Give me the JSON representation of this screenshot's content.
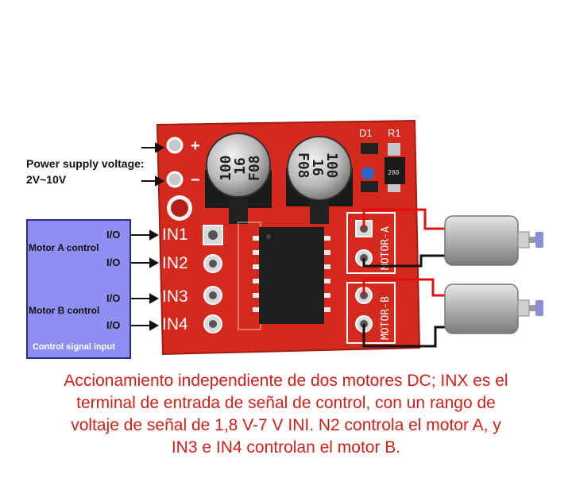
{
  "power": {
    "label_line1": "Power supply voltage:",
    "label_line2": "2V~10V",
    "plus": "+",
    "minus": "−"
  },
  "control_box": {
    "motor_a": "Motor A control",
    "motor_b": "Motor B control",
    "footer": "Control signal input",
    "io": [
      "I/O",
      "I/O",
      "I/O",
      "I/O"
    ]
  },
  "board": {
    "inputs": [
      "IN1",
      "IN2",
      "IN3",
      "IN4"
    ],
    "motor_a": "MOTOR-A",
    "motor_b": "MOTOR-B",
    "d1": "D1",
    "r1": "R1",
    "cap_left": [
      "100",
      "16",
      "F08"
    ],
    "cap_right": [
      "100",
      "16",
      "F08"
    ],
    "resistor_code": "200"
  },
  "caption": {
    "line1": "Accionamiento independiente de dos motores DC; INX es el",
    "line2": "terminal de entrada de señal de control, con un rango de",
    "line3": "voltaje de señal de 1,8 V-7 V INI. N2 controla el motor A, y",
    "line4": "IN3 e IN4 controlan el motor B."
  },
  "colors": {
    "pcb": "#d42a1e",
    "wire_red": "#e01010",
    "wire_black": "#111111",
    "control_box": "#8f8ff3",
    "caption": "#d0201a"
  }
}
